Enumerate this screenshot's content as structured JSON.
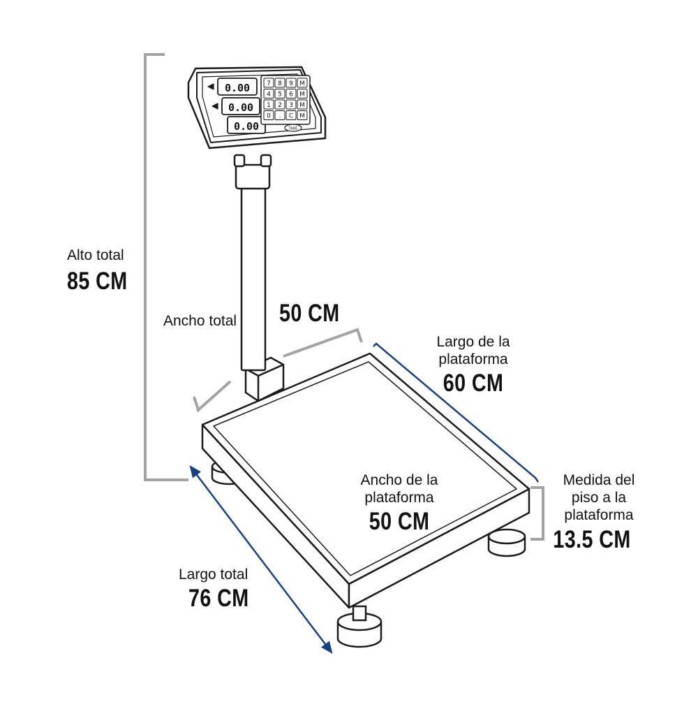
{
  "labels": {
    "alto_total": {
      "caption": "Alto total",
      "value": "85 CM"
    },
    "ancho_total": {
      "caption": "Ancho total",
      "value": "50 CM"
    },
    "largo_plataforma": {
      "caption_line1": "Largo de la",
      "caption_line2": "plataforma",
      "value": "60 CM"
    },
    "ancho_plataforma": {
      "caption_line1": "Ancho de la",
      "caption_line2": "plataforma",
      "value": "50 CM"
    },
    "medida_piso": {
      "caption_line1": "Medida del",
      "caption_line2": "piso a la",
      "caption_line3": "plataforma",
      "value": "13.5 CM"
    },
    "largo_total": {
      "caption": "Largo total",
      "value": "76 CM"
    }
  },
  "display": {
    "readouts": [
      "0.00",
      "0.00",
      "0.00"
    ],
    "keypad": [
      "7",
      "8",
      "9",
      "M",
      "4",
      "5",
      "6",
      "M",
      "1",
      "2",
      "3",
      "M",
      "0",
      ".",
      "C",
      "M"
    ],
    "tare_key": "TARE"
  },
  "colors": {
    "gray_bracket": "#a3a3a3",
    "blue_line": "#16407f",
    "outline": "#1a1a1a",
    "platform_fill": "#ffffff"
  }
}
